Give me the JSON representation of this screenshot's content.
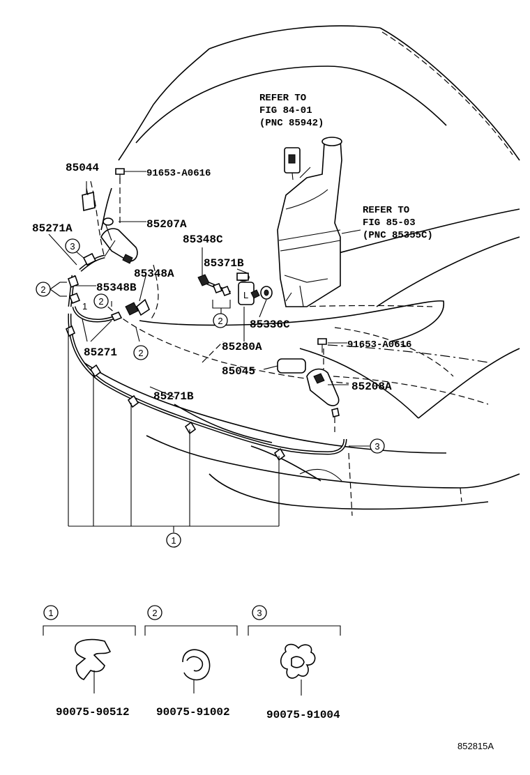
{
  "labels": {
    "p85044": "85044",
    "p91653_top": "91653-A0616",
    "p85271A": "85271A",
    "p85207A": "85207A",
    "p85348C": "85348C",
    "p85371B": "85371B",
    "p85348A": "85348A",
    "p85348B": "85348B",
    "p85336C": "85336C",
    "p85271": "85271",
    "p85280A": "85280A",
    "p91653_mid": "91653-A0616",
    "p85045": "85045",
    "p85208A": "85208A",
    "p85271B": "85271B"
  },
  "refs": {
    "ref1_line1": "REFER TO",
    "ref1_line2": "FIG 84-01",
    "ref1_line3": "(PNC 85942)",
    "ref2_line1": "REFER TO",
    "ref2_line2": "FIG 85-03",
    "ref2_line3": "(PNC 85355C)"
  },
  "callouts": {
    "one": "1",
    "two": "2",
    "three": "3"
  },
  "legend": {
    "clip1_part": "90075-90512",
    "clip2_part": "90075-91002",
    "clip3_part": "90075-91004"
  },
  "figure_code": "852815A"
}
